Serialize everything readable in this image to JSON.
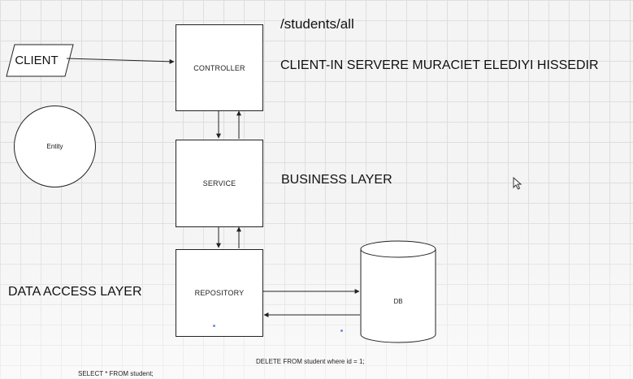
{
  "client": {
    "label": "CLIENT"
  },
  "controller": {
    "label": "CONTROLLER"
  },
  "service": {
    "label": "SERVICE"
  },
  "repository": {
    "label": "REPOSITORY"
  },
  "entity": {
    "label": "Entity"
  },
  "db": {
    "label": "DB"
  },
  "annotations": {
    "endpoint": "/students/all",
    "controller_desc": "CLIENT-IN SERVERE MURACIET ELEDIYI HISSEDIR",
    "business_layer": "BUSINESS LAYER",
    "data_access_layer": "DATA ACCESS LAYER"
  },
  "sql": {
    "delete": "DELETE FROM student where id = 1;",
    "select": "SELECT * FROM student;"
  },
  "colors": {
    "stroke": "#222222",
    "grid": "#dedede",
    "background": "#f4f4f4"
  }
}
